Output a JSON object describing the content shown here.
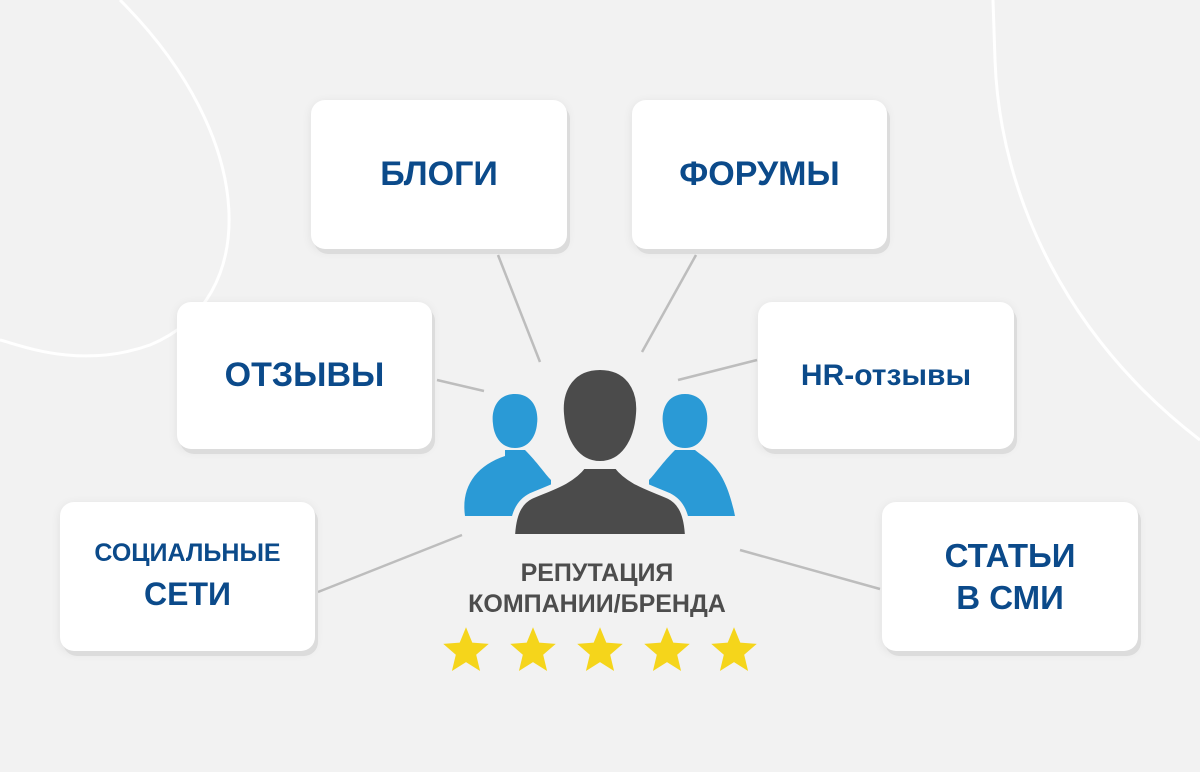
{
  "cards": {
    "blogs": "БЛОГИ",
    "forums": "ФОРУМЫ",
    "reviews": "ОТЗЫВЫ",
    "hr_reviews": "HR-отзывы",
    "social_line1": "СОЦИАЛЬНЫЕ",
    "social_line2": "СЕТИ",
    "media_line1": "СТАТЬИ",
    "media_line2": "В СМИ"
  },
  "center": {
    "line1": "РЕПУТАЦИЯ",
    "line2": "КОМПАНИИ/БРЕНДА",
    "rating_stars": 5
  },
  "icons": [
    "people-group-icon",
    "star-icon"
  ],
  "colors": {
    "background": "#f2f2f2",
    "card_text": "#0b4a8a",
    "center_person": "#4b4b4b",
    "side_people": "#2a9ad6",
    "star": "#f5d51b",
    "connector": "#bdbdbd",
    "center_text": "#4d4d4d"
  }
}
